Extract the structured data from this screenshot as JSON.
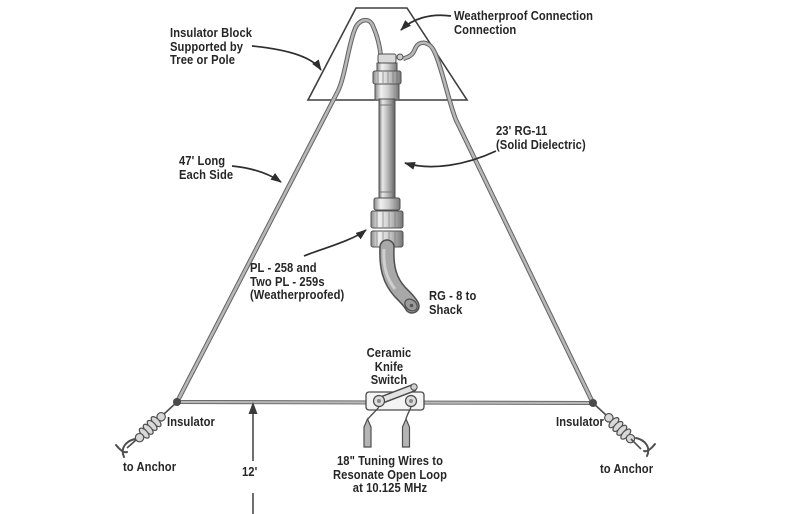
{
  "diagram": {
    "labels": {
      "insulator_block": "Insulator Block\nSupported by\nTree or Pole",
      "weatherproof": "Weatherproof Connection\nConnection",
      "rg11": "23' RG-11\n(Solid Dielectric)",
      "side_length": "47' Long\nEach Side",
      "pl_connectors": "PL - 258 and\nTwo PL - 259s\n(Weatherproofed)",
      "rg8": "RG - 8 to\nShack",
      "knife_switch": "Ceramic\nKnife\nSwitch",
      "tuning_wires": "18\" Tuning Wires to\nResonate Open Loop\nat 10.125 MHz",
      "insulator_left": "Insulator",
      "anchor_left": "to Anchor",
      "insulator_right": "Insulator",
      "anchor_right": "to Anchor",
      "height": "12'"
    },
    "colors": {
      "line": "#2e2e2e",
      "wire_fill": "#b7b7b7",
      "wire_outline": "#636363",
      "text": "#262626",
      "background": "#ffffff"
    }
  }
}
